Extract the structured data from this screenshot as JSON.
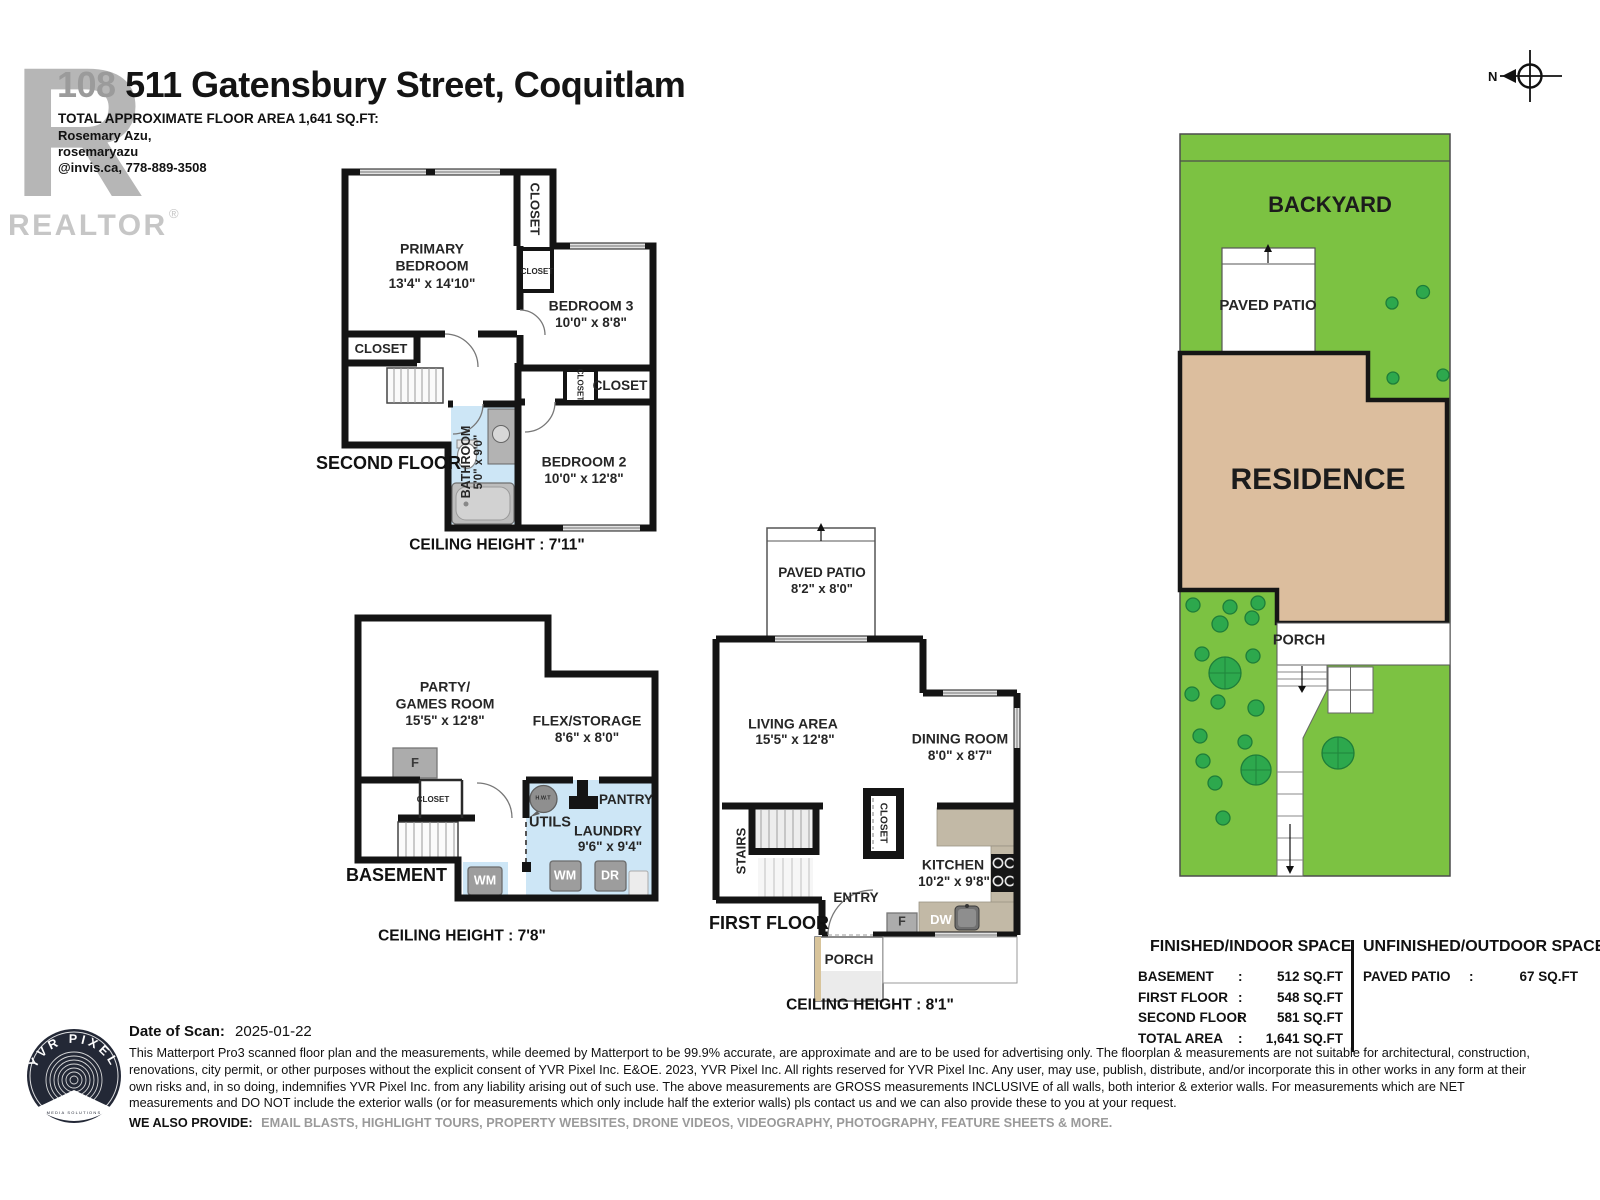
{
  "branding": {
    "realtor_r": "R",
    "realtor_text": "REALTOR",
    "realtor_reg": "®",
    "yvr_arc": "YVR PIXEL",
    "yvr_sub": "MEDIA SOLUTIONS"
  },
  "header": {
    "unit": "108",
    "address": "511 Gatensbury Street, Coquitlam",
    "area_line": "TOTAL APPROXIMATE FLOOR AREA 1,641 SQ.FT:",
    "agent_name": "Rosemary Azu,",
    "agent_user": "rosemaryazu",
    "agent_contact": "@invis.ca, 778-889-3508",
    "compass_n": "N"
  },
  "labels": {
    "closet": "CLOSET"
  },
  "second_floor": {
    "title": "SECOND FLOOR",
    "ceiling": "CEILING HEIGHT : 7'11\"",
    "primary_1": "PRIMARY",
    "primary_2": "BEDROOM",
    "primary_dims": "13'4\" x 14'10\"",
    "bedroom3": "BEDROOM 3",
    "bedroom3_dims": "10'0\" x 8'8\"",
    "bedroom2": "BEDROOM 2",
    "bedroom2_dims": "10'0\" x 12'8\"",
    "bathroom": "BATHROOM",
    "bathroom_dims": "5'0\" x 9'0\""
  },
  "basement": {
    "title": "BASEMENT",
    "ceiling": "CEILING HEIGHT : 7'8\"",
    "party_1": "PARTY/",
    "party_2": "GAMES ROOM",
    "party_dims": "15'5\" x 12'8\"",
    "flex": "FLEX/STORAGE",
    "flex_dims": "8'6\" x 8'0\"",
    "furnace": "F",
    "hwt": "H.W.T",
    "utils": "UTILS",
    "pantry": "PANTRY",
    "laundry": "LAUNDRY",
    "laundry_dims": "9'6\" x 9'4\"",
    "wm": "WM",
    "dr": "DR"
  },
  "first_floor": {
    "title": "FIRST FLOOR",
    "ceiling": "CEILING HEIGHT : 8'1\"",
    "patio": "PAVED PATIO",
    "patio_dims": "8'2\" x 8'0\"",
    "living": "LIVING AREA",
    "living_dims": "15'5\" x 12'8\"",
    "dining": "DINING ROOM",
    "dining_dims": "8'0\" x 8'7\"",
    "stairs": "STAIRS",
    "kitchen": "KITCHEN",
    "kitchen_dims": "10'2\" x 9'8\"",
    "entry": "ENTRY",
    "furnace": "F",
    "dw": "DW",
    "porch": "PORCH"
  },
  "site": {
    "backyard": "BACKYARD",
    "patio": "PAVED PATIO",
    "residence": "RESIDENCE",
    "porch": "PORCH"
  },
  "tables": {
    "finished": {
      "title": "FINISHED/INDOOR SPACE",
      "rows": [
        {
          "label": "BASEMENT",
          "sep": ":",
          "value": "512 SQ.FT"
        },
        {
          "label": "FIRST FLOOR",
          "sep": ":",
          "value": "548 SQ.FT"
        },
        {
          "label": "SECOND FLOOR",
          "sep": ":",
          "value": "581 SQ.FT"
        },
        {
          "label": "TOTAL AREA",
          "sep": ":",
          "value": "1,641 SQ.FT"
        }
      ]
    },
    "unfinished": {
      "title": "UNFINISHED/OUTDOOR SPACE",
      "rows": [
        {
          "label": "PAVED PATIO",
          "sep": ":",
          "value": "67 SQ.FT"
        }
      ]
    }
  },
  "footer": {
    "date_label": "Date of Scan:",
    "date_value": "2025-01-22",
    "disclaimer": "This Matterport Pro3 scanned floor plan and the measurements, while deemed by Matterport to be 99.9% accurate, are approximate and are to be used for advertising only. The floorplan & measurements are not suitable for architectural, construction, renovations, city permit, or other purposes without the explicit consent of YVR Pixel Inc. E&OE. 2023, YVR Pixel Inc. All rights reserved for YVR Pixel Inc. Any user, may use, publish, distribute, and/or incorporate this in other works in any form at their own risks and, in so doing, indemnifies YVR Pixel Inc. from any liability arising out of such use. The above measurements are GROSS measurements INCLUSIVE of all walls, both interior & exterior walls. For measurements which are NET measurements and DO NOT include the exterior walls (or for measurements which only include half the exterior walls) pls contact us and we can also provide these to you at your request.",
    "provide_label": "WE ALSO PROVIDE:",
    "provide_text": "EMAIL BLASTS, HIGHLIGHT TOURS, PROPERTY WEBSITES, DRONE VIDEOS, VIDEOGRAPHY, PHOTOGRAPHY, FEATURE SHEETS & MORE."
  },
  "colors": {
    "lawn": "#7CC242",
    "shrub": "#2DA84D",
    "residence_fill": "#DCBE9E",
    "water_blue": "#CDE6F6",
    "counter_tan": "#C2B9A6",
    "appliance_gray": "#9D9D9D",
    "wall": "#141414"
  }
}
